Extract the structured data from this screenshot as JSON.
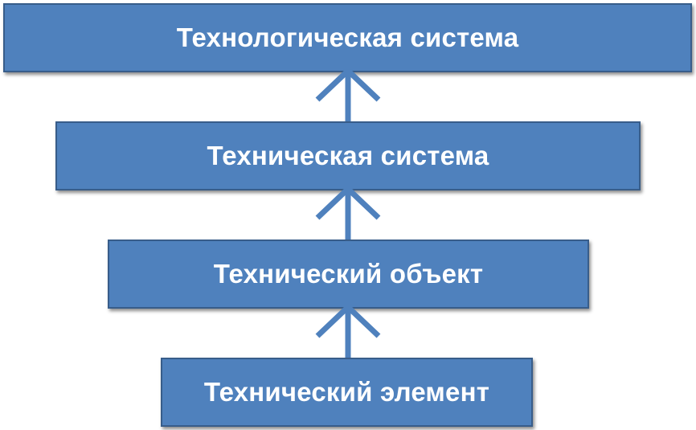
{
  "diagram": {
    "levels": [
      {
        "label": "Технологическая система"
      },
      {
        "label": "Техническая система"
      },
      {
        "label": "Технический объект"
      },
      {
        "label": "Технический элемент"
      }
    ],
    "connector": "arrow-up",
    "colors": {
      "box_fill": "#4f81bd",
      "box_border": "#385d8a",
      "text": "#ffffff",
      "arrow": "#4f81bd"
    }
  }
}
